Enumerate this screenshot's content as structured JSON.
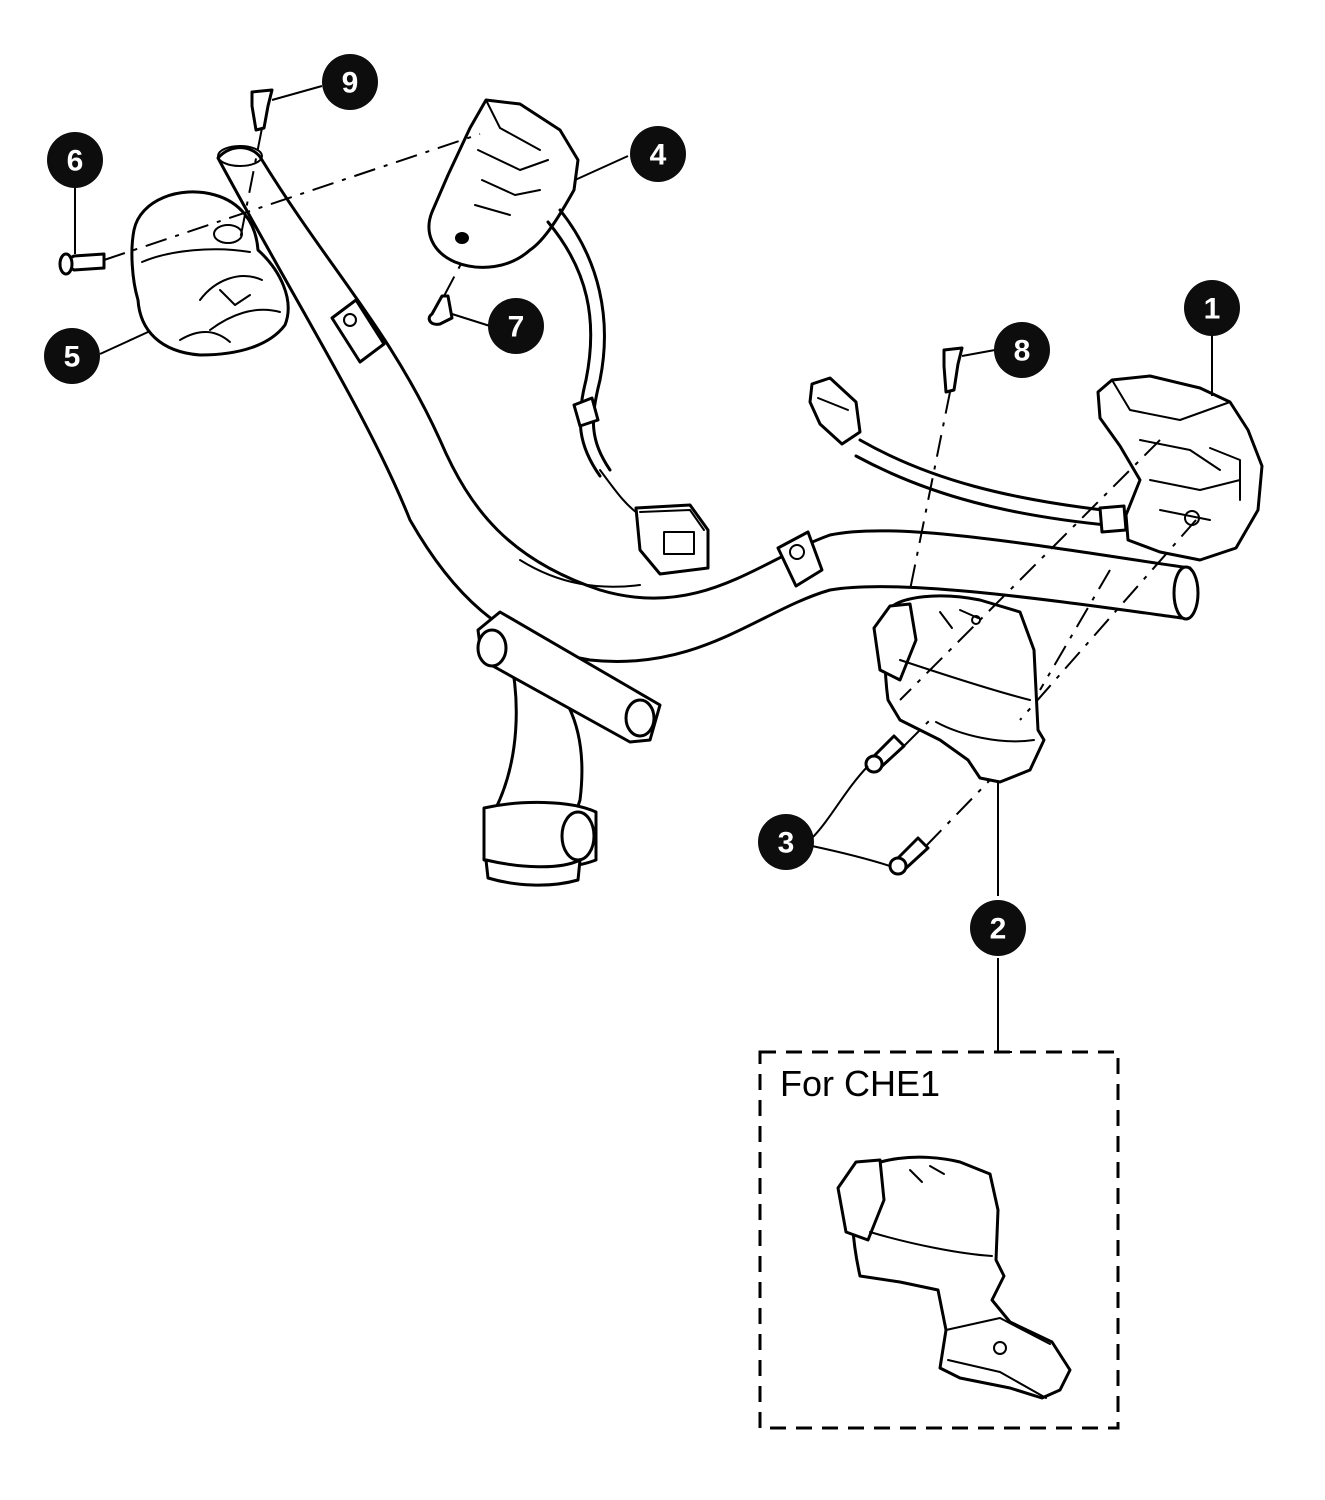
{
  "callouts": [
    {
      "id": "1",
      "label": "1"
    },
    {
      "id": "2",
      "label": "2"
    },
    {
      "id": "3",
      "label": "3"
    },
    {
      "id": "4",
      "label": "4"
    },
    {
      "id": "5",
      "label": "5"
    },
    {
      "id": "6",
      "label": "6"
    },
    {
      "id": "7",
      "label": "7"
    },
    {
      "id": "8",
      "label": "8"
    },
    {
      "id": "9",
      "label": "9"
    }
  ],
  "inset": {
    "title": "For CHE1"
  }
}
